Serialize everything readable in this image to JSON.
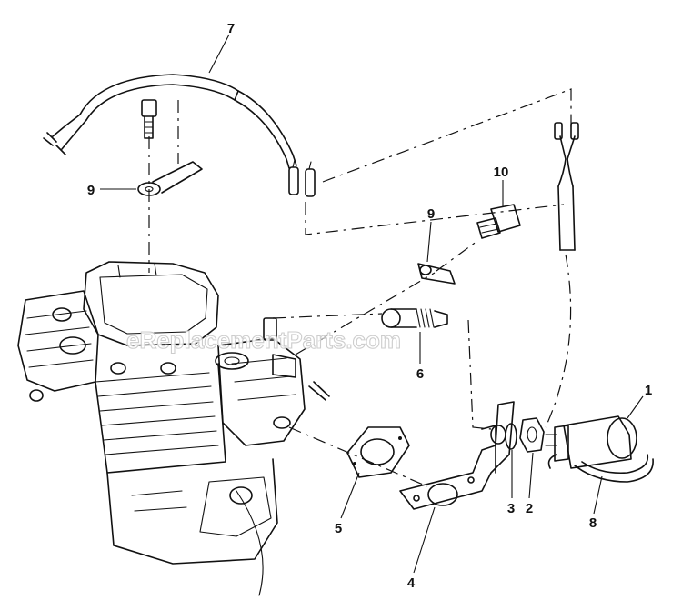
{
  "watermark": "eReplacementParts.com",
  "callouts": {
    "c1": "1",
    "c2": "2",
    "c3": "3",
    "c4": "4",
    "c5": "5",
    "c6": "6",
    "c7": "7",
    "c8": "8",
    "c9a": "9",
    "c9b": "9",
    "c10": "10"
  }
}
